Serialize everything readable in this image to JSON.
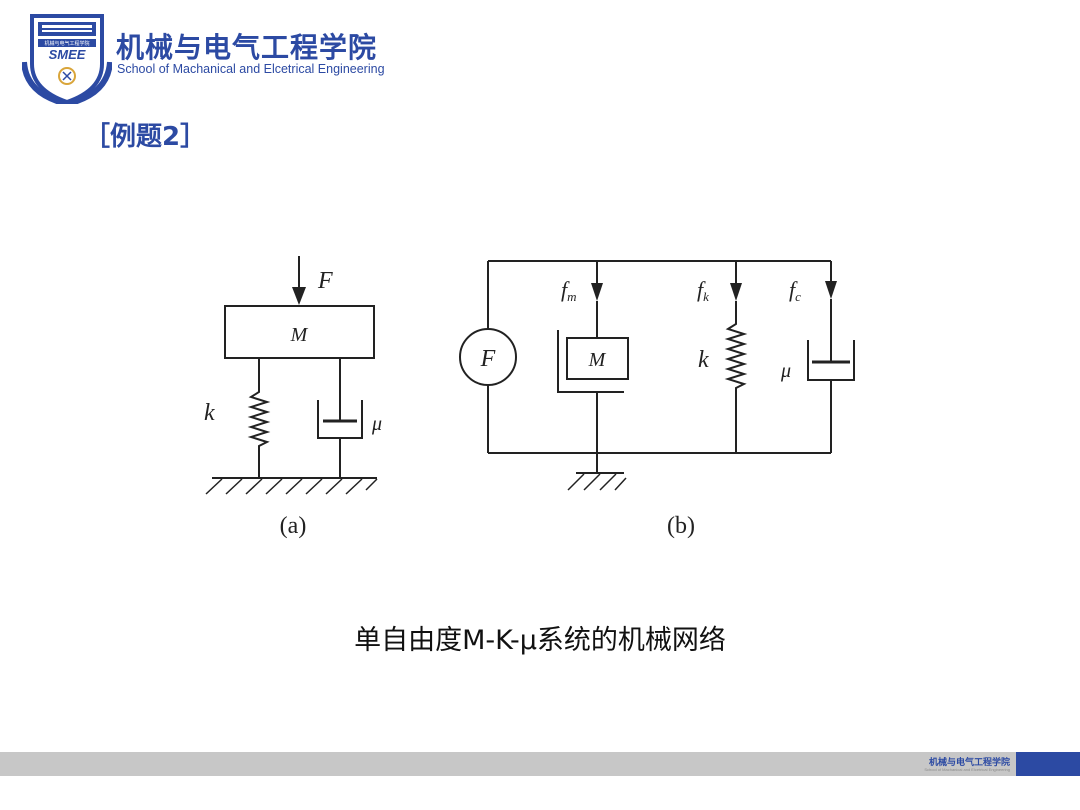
{
  "header": {
    "institution_cn": "机械与电气工程学院",
    "institution_en": "School of Machanical and Elcetrical Engineering",
    "logo_text": "SMEE",
    "logo_banner": "机械与电气工程学院"
  },
  "example_title": "［例题2］",
  "diagram_a": {
    "force": "F",
    "mass": "M",
    "spring": "k",
    "damper": "μ",
    "caption": "(a)"
  },
  "diagram_b": {
    "source": "F",
    "mass": "M",
    "spring": "k",
    "damper": "μ",
    "f_m": "f",
    "f_m_sub": "m",
    "f_k": "f",
    "f_k_sub": "k",
    "f_c": "f",
    "f_c_sub": "c",
    "caption": "(b)"
  },
  "figure_caption": "单自由度M-K-μ系统的机械网络",
  "footer": {
    "institution_cn": "机械与电气工程学院",
    "institution_en": "School of Machanical and Elcetrical Engineering"
  },
  "colors": {
    "brand_blue": "#2c4aa3",
    "footer_gray": "#c7c7c7"
  }
}
